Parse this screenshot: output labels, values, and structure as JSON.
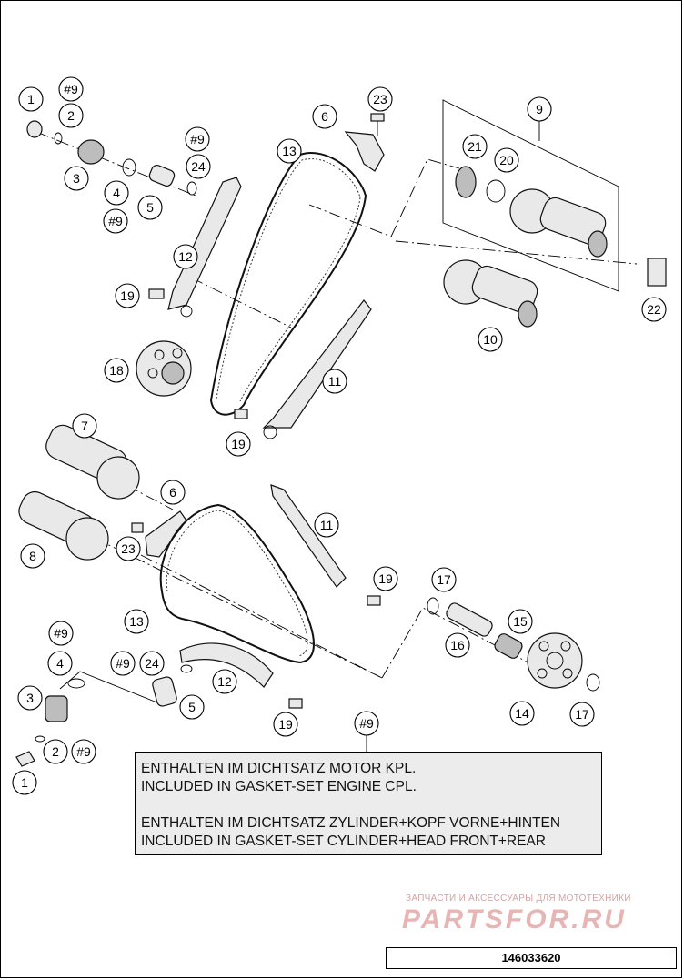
{
  "callouts": [
    {
      "label": "1"
    },
    {
      "label": "#9"
    },
    {
      "label": "2"
    },
    {
      "label": "3"
    },
    {
      "label": "4"
    },
    {
      "label": "#9"
    },
    {
      "label": "5"
    },
    {
      "label": "#9"
    },
    {
      "label": "24"
    },
    {
      "label": "6"
    },
    {
      "label": "23"
    },
    {
      "label": "13"
    },
    {
      "label": "9"
    },
    {
      "label": "21"
    },
    {
      "label": "20"
    },
    {
      "label": "12"
    },
    {
      "label": "19"
    },
    {
      "label": "18"
    },
    {
      "label": "22"
    },
    {
      "label": "10"
    },
    {
      "label": "11"
    },
    {
      "label": "19"
    },
    {
      "label": "7"
    },
    {
      "label": "6"
    },
    {
      "label": "8"
    },
    {
      "label": "23"
    },
    {
      "label": "11"
    },
    {
      "label": "19"
    },
    {
      "label": "17"
    },
    {
      "label": "13"
    },
    {
      "label": "#9"
    },
    {
      "label": "15"
    },
    {
      "label": "4"
    },
    {
      "label": "16"
    },
    {
      "label": "#9"
    },
    {
      "label": "24"
    },
    {
      "label": "12"
    },
    {
      "label": "3"
    },
    {
      "label": "5"
    },
    {
      "label": "14"
    },
    {
      "label": "17"
    },
    {
      "label": "19"
    },
    {
      "label": "2"
    },
    {
      "label": "#9"
    },
    {
      "label": "1"
    },
    {
      "label": "#9"
    }
  ],
  "note": {
    "line1": "ENTHALTEN IM DICHTSATZ MOTOR KPL.",
    "line2": "INCLUDED IN GASKET-SET ENGINE CPL.",
    "line3": "ENTHALTEN IM DICHTSATZ ZYLINDER+KOPF VORNE+HINTEN",
    "line4": "INCLUDED IN GASKET-SET CYLINDER+HEAD FRONT+REAR"
  },
  "watermark": {
    "tagline": "ЗАПЧАСТИ И АКСЕССУАРЫ ДЛЯ МОТОТЕХНИКИ",
    "logo": "PARTSFOR.RU"
  },
  "drawing_number": "146033620"
}
